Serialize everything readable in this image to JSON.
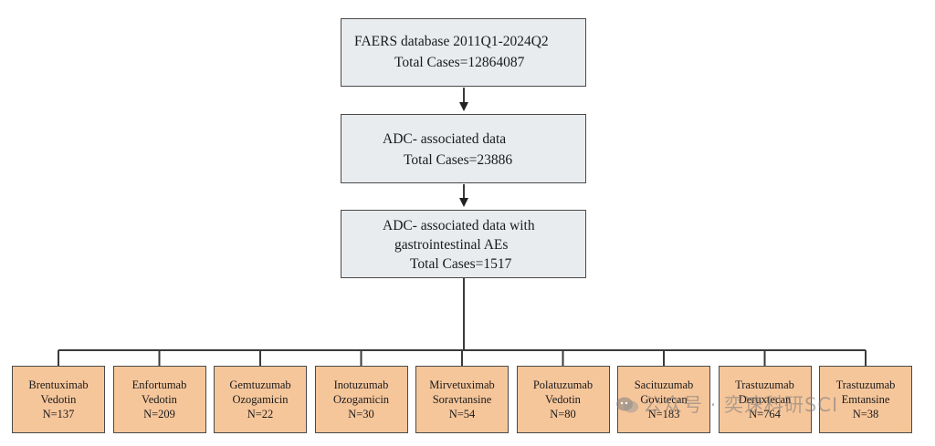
{
  "stages": [
    {
      "lines": [
        "FAERS database 2011Q1-2024Q2",
        "Total Cases=12864087"
      ]
    },
    {
      "lines": [
        "ADC- associated data",
        "Total Cases=23886"
      ]
    },
    {
      "lines": [
        "ADC- associated data with",
        "gastrointestinal AEs",
        "Total Cases=1517"
      ]
    }
  ],
  "drugs": [
    {
      "name1": "Brentuximab",
      "name2": "Vedotin",
      "n": "N=137"
    },
    {
      "name1": "Enfortumab",
      "name2": "Vedotin",
      "n": "N=209"
    },
    {
      "name1": "Gemtuzumab",
      "name2": "Ozogamicin",
      "n": "N=22"
    },
    {
      "name1": "Inotuzumab",
      "name2": "Ozogamicin",
      "n": "N=30"
    },
    {
      "name1": "Mirvetuximab",
      "name2": "Soravtansine",
      "n": "N=54"
    },
    {
      "name1": "Polatuzumab",
      "name2": "Vedotin",
      "n": "N=80"
    },
    {
      "name1": "Sacituzumab",
      "name2": "Govitecan",
      "n": "N=183"
    },
    {
      "name1": "Trastuzumab",
      "name2": "Deruxtecan",
      "n": "N=764"
    },
    {
      "name1": "Trastuzumab",
      "name2": "Emtansine",
      "n": "N=38"
    }
  ],
  "watermark": {
    "text": "公众号 · 奕速科研SCI",
    "icon": "wechat-icon"
  },
  "colors": {
    "stage_fill": "#e9ecef",
    "drug_fill": "#f6c69b",
    "line": "#3a3a3a"
  }
}
